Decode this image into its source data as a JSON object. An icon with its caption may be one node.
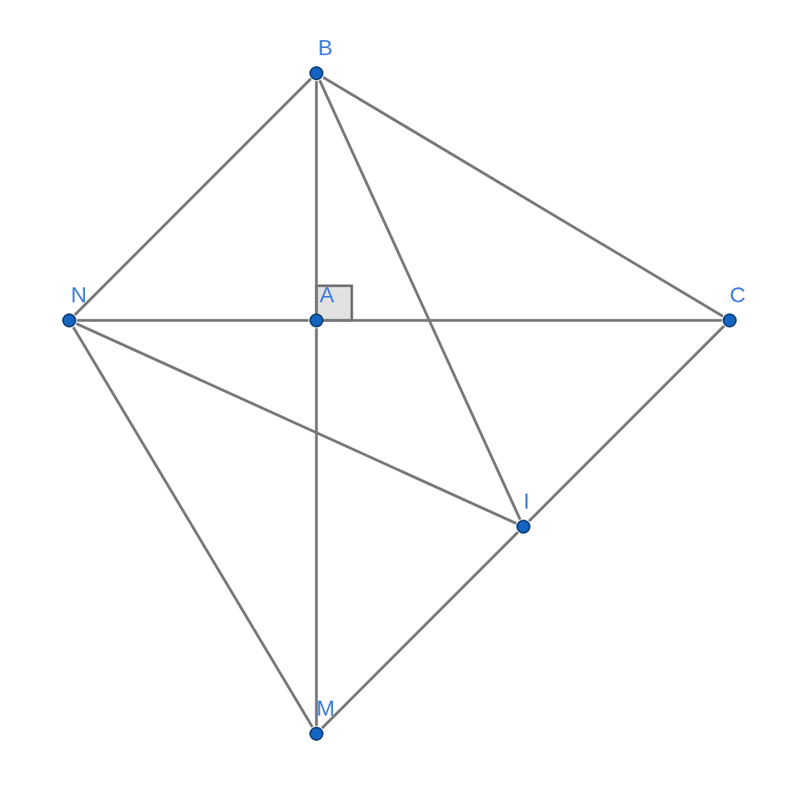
{
  "diagram": {
    "nodes": [
      {
        "text": [
          "B"
        ]
      },
      {
        "text": [
          "N"
        ]
      },
      {
        "text": [
          "A"
        ]
      },
      {
        "text": [
          "C"
        ]
      },
      {
        "text": [
          "I"
        ]
      },
      {
        "text": [
          "M"
        ]
      }
    ],
    "edges": [
      {
        "from": 0,
        "to": 1,
        "arrow": "none"
      },
      {
        "from": 0,
        "to": 2,
        "arrow": "none"
      },
      {
        "from": 0,
        "to": 4,
        "arrow": "none"
      },
      {
        "from": 0,
        "to": 3,
        "arrow": "none"
      },
      {
        "from": 1,
        "to": 2,
        "arrow": "none"
      },
      {
        "from": 2,
        "to": 3,
        "arrow": "none"
      },
      {
        "from": 2,
        "to": 5,
        "arrow": "none"
      },
      {
        "from": 1,
        "to": 4,
        "arrow": "none"
      },
      {
        "from": 1,
        "to": 5,
        "arrow": "none"
      },
      {
        "from": 3,
        "to": 4,
        "arrow": "none"
      },
      {
        "from": 4,
        "to": 5,
        "arrow": "none"
      }
    ]
  }
}
